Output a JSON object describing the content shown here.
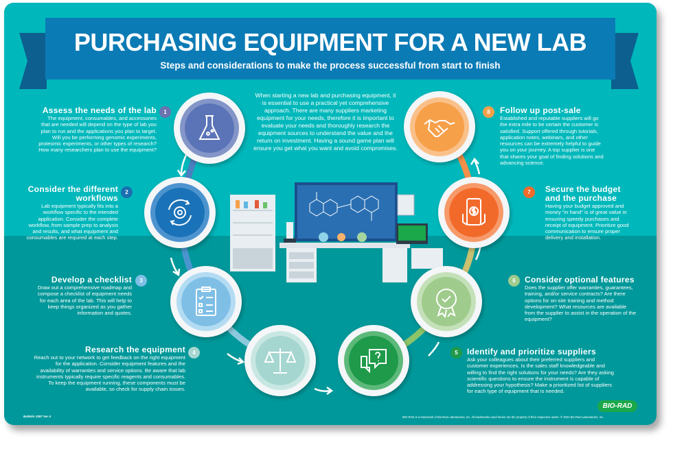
{
  "header": {
    "title": "PURCHASING EQUIPMENT FOR A NEW LAB",
    "subtitle": "Steps and considerations to make the process successful from start to finish"
  },
  "intro": "When starting a new lab and purchasing equipment, it is essential to use a practical yet comprehensive approach. There are many suppliers marketing equipment for your needs, therefore it is important to evaluate your needs and thoroughly research the equipment sources to understand the value and the return on investment. Having a sound game plan will ensure you get what you want and avoid compromises.",
  "steps": [
    {
      "number": "1",
      "title": "Assess the needs of the lab",
      "body": "The equipment, consumables, and accessories that are needed will depend on the type of lab you plan to run and the applications you plan to target. Will you be performing genomic experiments, proteomic experiments, or other types of research? How many researchers plan to use the equipment?",
      "color": "#5b74b8",
      "icon": "flask-icon"
    },
    {
      "number": "2",
      "title": "Consider the different workflows",
      "body": "Lab equipment typically fits into a workflow specific to the intended application. Consider the complete workflow, from sample prep to analysis and results, and what equipment and consumables are required at each step.",
      "color": "#1a72b8",
      "icon": "gear-cycle-icon"
    },
    {
      "number": "3",
      "title": "Develop a checklist",
      "body": "Draw out a comprehensive roadmap and compose a checklist of equipment needs for each area of the lab. This will help to keep things organized as you gather information and quotes.",
      "color": "#7fbfe6",
      "icon": "clipboard-checklist-icon"
    },
    {
      "number": "4",
      "title": "Research the equipment",
      "body": "Reach out to your network to get feedback on the right equipment for the application. Consider equipment features and the availability of warranties and service options. Be aware that lab instruments typically require specific reagents and consumables. To keep the equipment running, these components must be available, so check for supply chain issues.",
      "color": "#a6d6d0",
      "icon": "balance-scale-icon"
    },
    {
      "number": "5",
      "title": "Identify and prioritize suppliers",
      "body": "Ask your colleagues about their preferred suppliers and customer experiences. Is the sales staff knowledgeable and willing to find the right solutions for your needs? Are they asking scientific questions to ensure the instrument is capable of addressing your hypothesis? Make a prioritized list of suppliers for each type of equipment that is needed.",
      "color": "#1f9a4a",
      "icon": "chat-question-icon"
    },
    {
      "number": "6",
      "title": "Consider optional features",
      "body": "Does the supplier offer warranties, guarantees, training, and/or service contracts? Are there options for on-site training and method development?  What resources are available from the supplier to assist in the operation of the equipment?",
      "color": "#9fcb8c",
      "icon": "award-badge-icon"
    },
    {
      "number": "7",
      "title": "Secure the budget and the purchase",
      "body": "Having your budget approved and money “in hand” is of great value in ensuring speedy purchases and receipt of equipment. Prioritize good communication to ensure proper delivery and installation.",
      "color": "#f26a2a",
      "icon": "mobile-payment-icon"
    },
    {
      "number": "8",
      "title": "Follow up post-sale",
      "body": "Established and reputable suppliers will go the extra mile to be certain the customer is satisfied. Support offered through tutorials, application notes, webinars, and other resources can be extremely helpful to guide you on your journey. A top supplier is one that shares your goal of finding solutions and advancing science.",
      "color": "#f7a04a",
      "icon": "handshake-icon"
    }
  ],
  "footer": {
    "bulletin": "Bulletin 3387 Ver A",
    "legal": "BIO-RAD is a trademark of Bio-Rad Laboratories, Inc. All trademarks used herein are the property of their respective owner. © 2022 Bio-Rad Laboratories, Inc.",
    "logo": "BIO-RAD"
  }
}
